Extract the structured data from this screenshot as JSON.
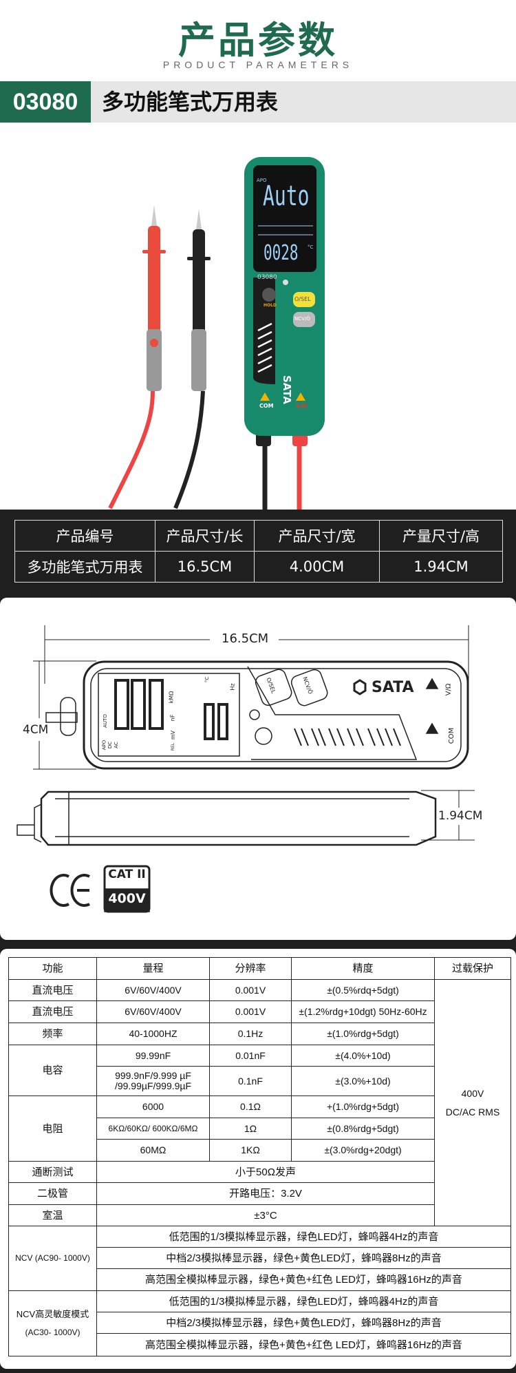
{
  "header": {
    "title": "产品参数",
    "subtitle": "PRODUCT PARAMETERS",
    "code": "03080",
    "name": "多功能笔式万用表"
  },
  "photo": {
    "screen_top": "Auto",
    "screen_apo": "APO",
    "screen_bottom": "0028",
    "screen_unit": "°C",
    "model": "03080",
    "hold": "HOLD",
    "btn_sel": "O/SEL",
    "btn_ncv": "NCV/Ö",
    "brand": "SATA",
    "com": "COM",
    "vohm": "V/Ω"
  },
  "dimensions": {
    "headers": [
      "产品编号",
      "产品尺寸/长",
      "产品尺寸/宽",
      "产量尺寸/高"
    ],
    "row": [
      "多功能笔式万用表",
      "16.5CM",
      "4.00CM",
      "1.94CM"
    ]
  },
  "diagram": {
    "length": "16.5CM",
    "width": "4CM",
    "height": "1.94CM",
    "brand": "SATA",
    "com": "COM",
    "vohm": "V/Ω",
    "btn_sel": "O/SEL",
    "btn_ncv": "NCV/Ö",
    "auto": "AUTO",
    "apo": "APO",
    "dc": "DC",
    "ac": "AC",
    "mv": "mV",
    "nf": "nF",
    "kmo": "kMΩ",
    "hz": "Hz",
    "degc": "°C",
    "rel": "REL",
    "ce": "CE",
    "cat": "CAT II",
    "cat_v": "400V"
  },
  "spec": {
    "headers": [
      "功能",
      "量程",
      "分辨率",
      "精度",
      "过载保护"
    ],
    "overload": [
      "400V",
      "DC/AC RMS"
    ],
    "rows": [
      {
        "f": "直流电压",
        "r": "6V/60V/400V",
        "res": "0.001V",
        "acc": "±(0.5%rdq+5dgt)"
      },
      {
        "f": "直流电压",
        "r": "6V/60V/400V",
        "res": "0.001V",
        "acc": "±(1.2%rdg+10dgt) 50Hz-60Hz"
      },
      {
        "f": "频率",
        "r": "40-1000HZ",
        "res": "0.1Hz",
        "acc": "±(1.0%rdg+5dgt)"
      },
      {
        "f": "电容",
        "r": "99.99nF",
        "res": "0.01nF",
        "acc": "±(4.0%+10d)"
      },
      {
        "r": "999.9nF/9.999 µF /99.99µF/999.9µF",
        "res": "0.1nF",
        "acc": "±(3.0%+10d)"
      },
      {
        "f": "电阻",
        "r": "6000",
        "res": "0.1Ω",
        "acc": "+(1.0%rdg+5dgt)"
      },
      {
        "r": "6KΩ/60KΩ/ 600KΩ/6MΩ",
        "res": "1Ω",
        "acc": "±(0.8%rdg+5dgt)"
      },
      {
        "r": "60MΩ",
        "res": "1KΩ",
        "acc": "±(3.0%rdg+20dgt)"
      }
    ],
    "continuity": {
      "f": "通断测试",
      "v": "小于50Ω发声"
    },
    "diode": {
      "f": "二极管",
      "v": "开路电压：3.2V"
    },
    "temp": {
      "f": "室温",
      "v": "±3°C"
    },
    "ncv": {
      "f": "NCV (AC90- 1000V)",
      "levels": [
        "低范围的1/3模拟棒显示器，绿色LED灯，蜂鸣器4Hz的声音",
        "中档2/3模拟棒显示器，绿色+黄色LED灯，蜂鸣器8Hz的声音",
        "高范围全模拟棒显示器，绿色+黄色+红色 LED灯，蜂鸣器16Hz的声音"
      ]
    },
    "ncv_hs": {
      "f1": "NCV高灵敏度模式",
      "f2": "(AC30- 1000V)",
      "levels": [
        "低范围的1/3模拟棒显示器，绿色LED灯，蜂鸣器4Hz的声音",
        "中档2/3模拟棒显示器，绿色+黄色LED灯，蜂鸣器8Hz的声音",
        "高范围全模拟棒显示器，绿色+黄色+红色 LED灯，蜂鸣器16Hz的声音"
      ]
    }
  },
  "colors": {
    "brand_green": "#1e6b4f",
    "device_green": "#178a6c",
    "dark": "#1f1f1f",
    "lcd": "#9fd0f5"
  }
}
